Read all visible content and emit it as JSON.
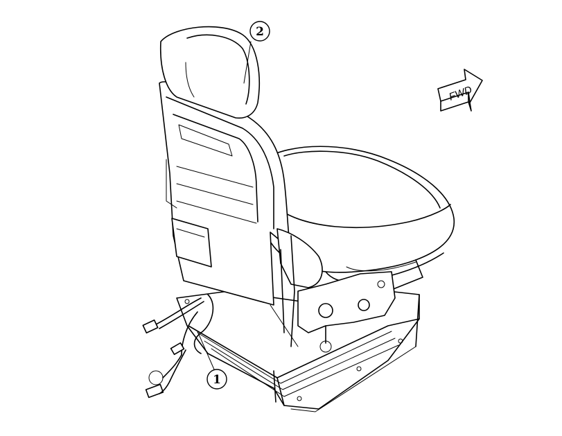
{
  "callouts": [
    {
      "id": "1",
      "label": "1"
    },
    {
      "id": "2",
      "label": "2"
    }
  ],
  "direction_arrow": {
    "label": "FWD"
  }
}
